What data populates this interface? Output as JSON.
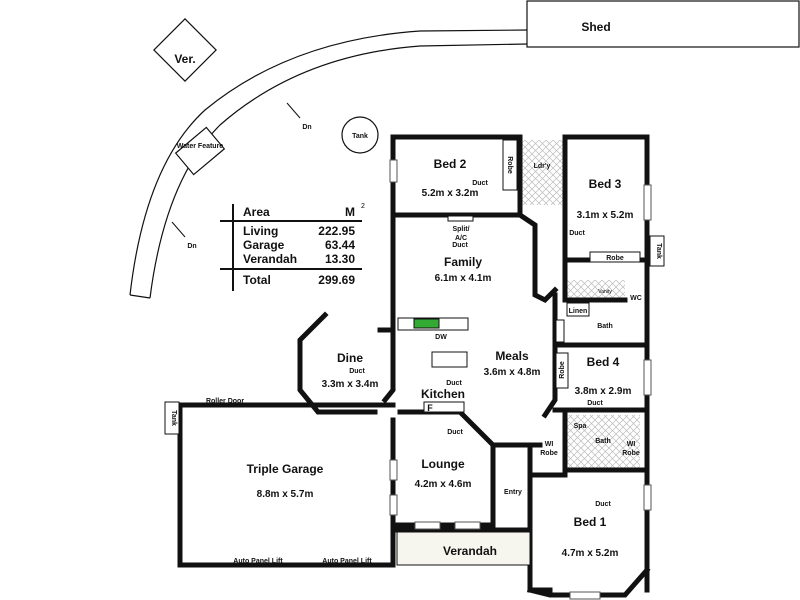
{
  "outbuildings": {
    "shed": "Shed",
    "verandah_top": "Ver.",
    "water_feature": "Water Feature",
    "tank_round": "Tank",
    "tank_right": "Tank",
    "tank_left": "Tank",
    "dn1": "Dn",
    "dn2": "Dn"
  },
  "area_table": {
    "header": {
      "label": "Area",
      "unit": "M",
      "unit_sup": "2"
    },
    "rows": [
      {
        "label": "Living",
        "value": "222.95"
      },
      {
        "label": "Garage",
        "value": "63.44"
      },
      {
        "label": "Verandah",
        "value": "13.30"
      }
    ],
    "total": {
      "label": "Total",
      "value": "299.69"
    }
  },
  "rooms": {
    "bed2": {
      "name": "Bed 2",
      "size": "5.2m x 3.2m"
    },
    "bed3": {
      "name": "Bed 3",
      "size": "3.1m x 5.2m"
    },
    "family": {
      "name": "Family",
      "size": "6.1m x 4.1m"
    },
    "dine": {
      "name": "Dine",
      "size": "3.3m x 3.4m"
    },
    "meals": {
      "name": "Meals",
      "size": "3.6m x 4.8m"
    },
    "kitchen": {
      "name": "Kitchen"
    },
    "bed4": {
      "name": "Bed 4",
      "size": "3.8m x 2.9m"
    },
    "garage": {
      "name": "Triple Garage",
      "size": "8.8m x 5.7m"
    },
    "lounge": {
      "name": "Lounge",
      "size": "4.2m x 4.6m"
    },
    "bed1": {
      "name": "Bed 1",
      "size": "4.7m x 5.2m"
    },
    "verandah": {
      "name": "Verandah"
    },
    "entry": {
      "name": "Entry"
    }
  },
  "labels": {
    "robe": "Robe",
    "ldry": "Ldr'y",
    "duct": "Duct",
    "split_ac": "Split/",
    "split_ac2": "A/C",
    "vanity": "Vanity",
    "wc": "WC",
    "linen": "Linen",
    "bath": "Bath",
    "spa": "Spa",
    "wi_robe": "WI",
    "wi_robe2": "Robe",
    "dw": "DW",
    "fridge": "F",
    "roller_door": "Roller Door",
    "auto_panel_lift": "Auto Panel Lift"
  }
}
